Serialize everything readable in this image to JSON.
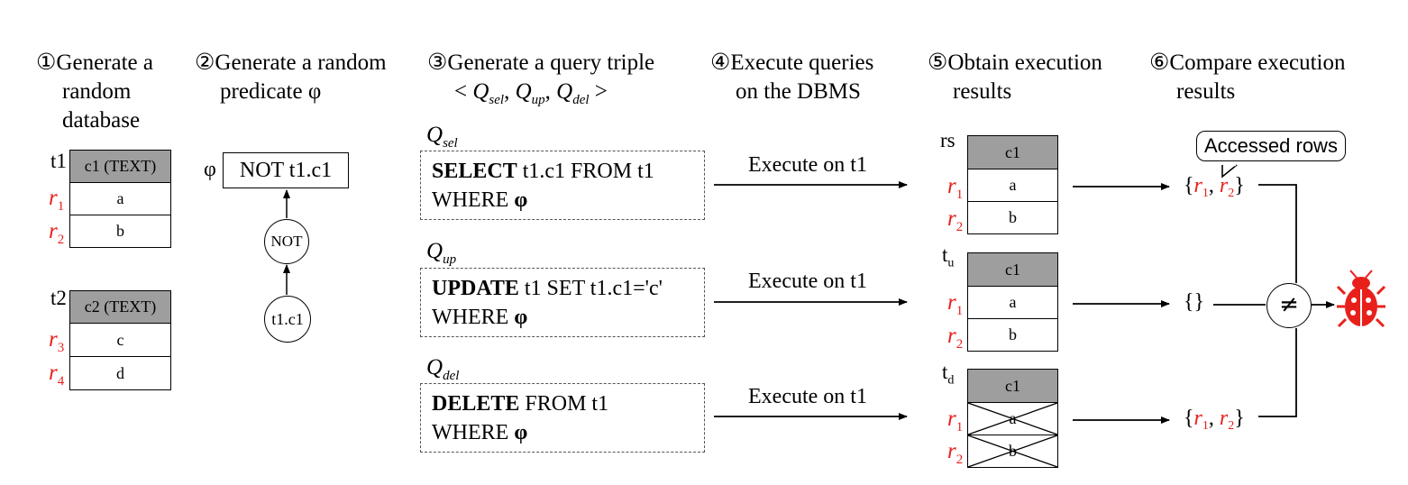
{
  "steps": {
    "s1": {
      "line1": "①Generate a",
      "line2": "random",
      "line3": "database"
    },
    "s2": {
      "line1": "②Generate a random",
      "line2": "predicate φ"
    },
    "s3": {
      "line1": "③Generate a query triple"
    },
    "s4": {
      "line1": "④Execute queries",
      "line2": "on the DBMS"
    },
    "s5": {
      "line1": "⑤Obtain execution",
      "line2": "results"
    },
    "s6": {
      "line1": "⑥Compare execution",
      "line2": "results"
    }
  },
  "database": {
    "t1": {
      "name": "t1",
      "header": "c1 (TEXT)",
      "rows": [
        {
          "label": "r",
          "sub": "1",
          "value": "a"
        },
        {
          "label": "r",
          "sub": "2",
          "value": "b"
        }
      ]
    },
    "t2": {
      "name": "t2",
      "header": "c2 (TEXT)",
      "rows": [
        {
          "label": "r",
          "sub": "3",
          "value": "c"
        },
        {
          "label": "r",
          "sub": "4",
          "value": "d"
        }
      ]
    }
  },
  "predicate": {
    "symbol": "φ",
    "expression": "NOT t1.c1",
    "tree_root": "NOT",
    "tree_leaf": "t1.c1"
  },
  "queries": {
    "sel": {
      "var": "Q",
      "sub": "sel",
      "kw": "SELECT",
      "rest1": " t1.c1 FROM t1",
      "line2": "WHERE ",
      "phi": "φ"
    },
    "up": {
      "var": "Q",
      "sub": "up",
      "kw": "UPDATE",
      "rest1": " t1 SET t1.c1='c'",
      "line2": "WHERE ",
      "phi": "φ"
    },
    "del": {
      "var": "Q",
      "sub": "del",
      "kw": "DELETE",
      "rest1": " FROM t1",
      "line2": "WHERE ",
      "phi": "φ"
    }
  },
  "execute_label": "Execute on t1",
  "results": {
    "rs": {
      "name": "rs",
      "header": "c1",
      "rows": [
        "a",
        "b"
      ],
      "labels": [
        {
          "label": "r",
          "sub": "1"
        },
        {
          "label": "r",
          "sub": "2"
        }
      ]
    },
    "tu": {
      "name": "t",
      "sub": "u",
      "header": "c1",
      "rows": [
        "a",
        "b"
      ],
      "labels": [
        {
          "label": "r",
          "sub": "1"
        },
        {
          "label": "r",
          "sub": "2"
        }
      ]
    },
    "td": {
      "name": "t",
      "sub": "d",
      "header": "c1",
      "rows": [
        "a",
        "b"
      ],
      "labels": [
        {
          "label": "r",
          "sub": "1"
        },
        {
          "label": "r",
          "sub": "2"
        }
      ]
    }
  },
  "accessed": {
    "callout": "Accessed rows",
    "rs_set": {
      "open": "{",
      "a": "r",
      "a_sub": "1",
      "sep": ", ",
      "b": "r",
      "b_sub": "2",
      "close": "}"
    },
    "tu_set": "{}",
    "td_set": {
      "open": "{",
      "a": "r",
      "a_sub": "1",
      "sep": ", ",
      "b": "r",
      "b_sub": "2",
      "close": "}"
    }
  },
  "compare_symbol": "≠",
  "colors": {
    "accent_red": "#e8201c",
    "header_gray": "#9e9e9e"
  }
}
